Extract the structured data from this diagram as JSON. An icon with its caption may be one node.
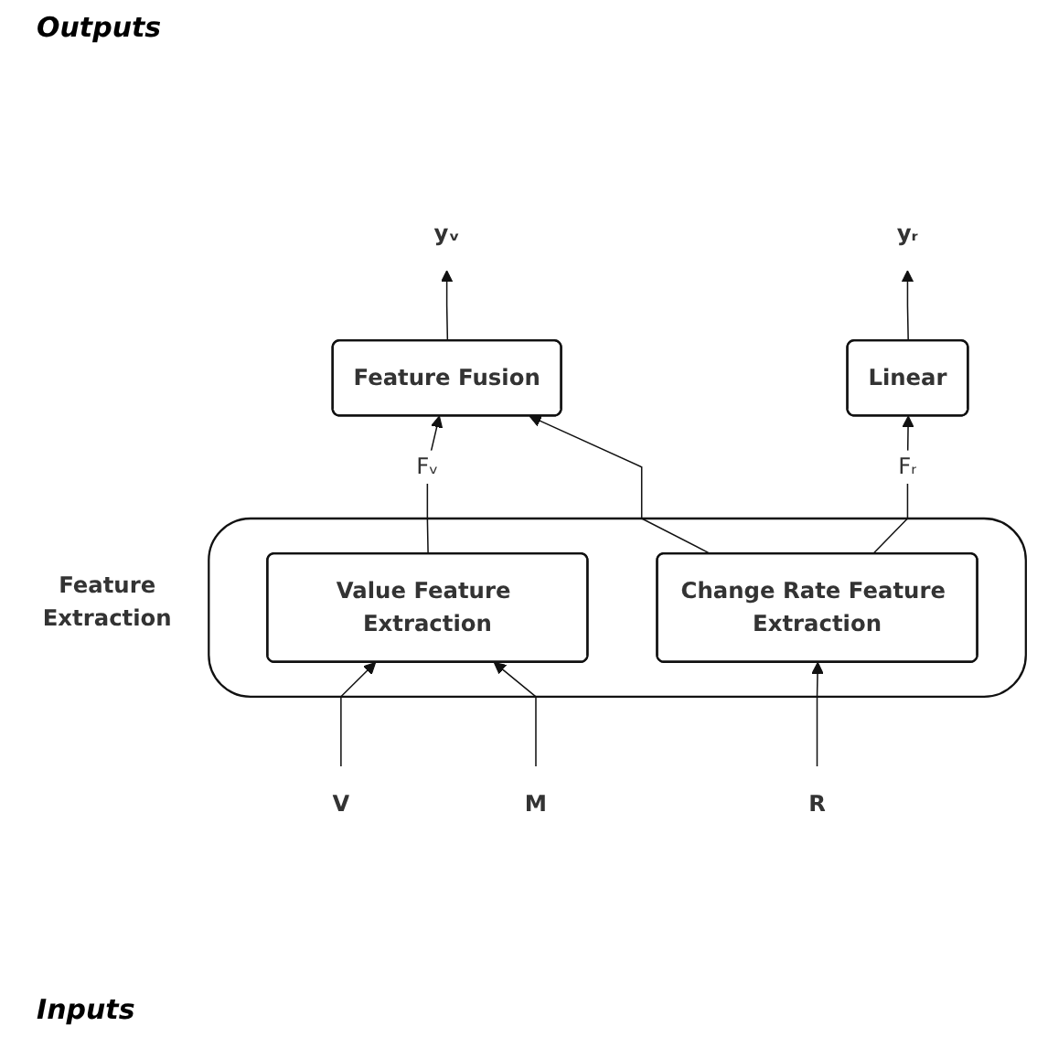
{
  "diagram": {
    "nodes": [
      {
        "text": [
          "Feature Fusion"
        ]
      },
      {
        "text": [
          "Linear"
        ]
      },
      {
        "text": [
          "Feature Extraction"
        ]
      },
      {
        "text": [
          "Value Feature Extraction"
        ],
        "in": 2
      },
      {
        "text": [
          "Change Rate Feature Extraction"
        ],
        "in": 2
      },
      {
        "text": [
          "V"
        ]
      },
      {
        "text": [
          "M"
        ]
      },
      {
        "text": [
          "R"
        ]
      },
      {
        "text": [
          "yᵥ"
        ]
      },
      {
        "text": [
          "yᵣ"
        ]
      }
    ],
    "edges": [
      {
        "from": 0,
        "to": 8,
        "arrow": "to"
      },
      {
        "from": 1,
        "to": 9,
        "arrow": "to"
      },
      {
        "from": 3,
        "to": 0,
        "arrow": "to",
        "label": "Fᵥ"
      },
      {
        "from": 4,
        "to": 0,
        "arrow": "to"
      },
      {
        "from": 4,
        "to": 1,
        "arrow": "to",
        "label": "Fᵣ"
      },
      {
        "from": 5,
        "to": 3,
        "arrow": "to"
      },
      {
        "from": 6,
        "to": 3,
        "arrow": "to"
      },
      {
        "from": 7,
        "to": 4,
        "arrow": "to"
      }
    ],
    "labels": [
      "Outputs",
      "Inputs"
    ]
  }
}
